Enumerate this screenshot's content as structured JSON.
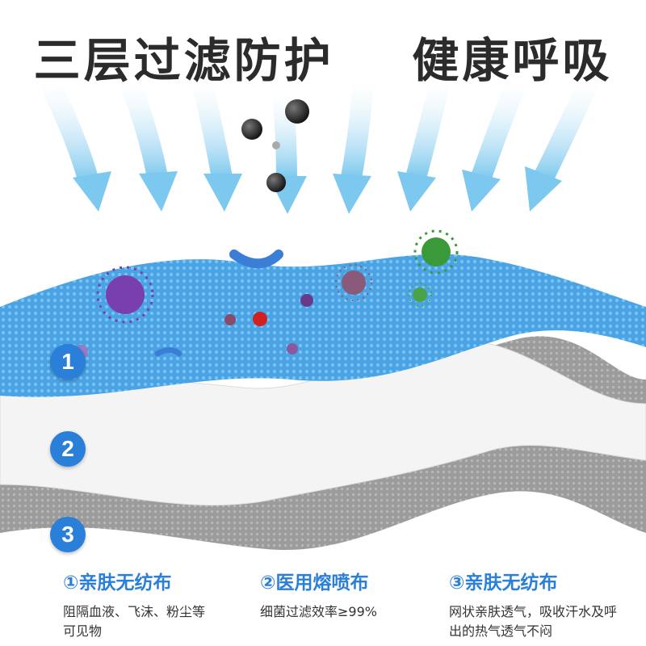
{
  "headline": "三层过滤防护    健康呼吸",
  "colors": {
    "accent": "#2a7fd8",
    "layer1": "#4aa3e4",
    "layer2": "#f3f3f3",
    "layer3": "#9a9a9a",
    "arrow": "#8fd3f0"
  },
  "layers": [
    {
      "number": "1",
      "title": "①亲肤无纺布",
      "description": "阻隔血液、飞沫、粉尘等可见物"
    },
    {
      "number": "2",
      "title": "②医用熔喷布",
      "description": "细菌过滤效率≥99%"
    },
    {
      "number": "3",
      "title": "③亲肤无纺布",
      "description": "网状亲肤透气，吸收汗水及呼出的热气透气不闷"
    }
  ],
  "icons": [
    "airflow-arrow-icon",
    "dust-particle-icon",
    "virus-icon",
    "bacteria-icon"
  ]
}
